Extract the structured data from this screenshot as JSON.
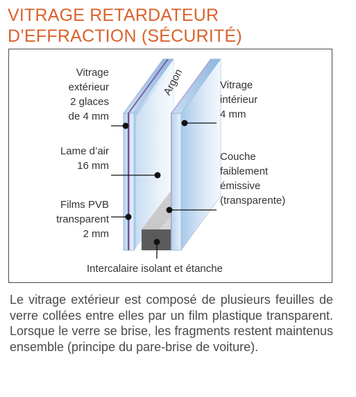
{
  "title": {
    "line1": "VITRAGE RETARDATEUR",
    "line2": "D’EFFRACTION (SÉCURITÉ)"
  },
  "diagram": {
    "labels": {
      "outer_glazing": [
        "Vitrage",
        "extérieur",
        "2 glaces",
        "de 4 mm"
      ],
      "air_gap": [
        "Lame d’air",
        "16 mm"
      ],
      "pvb_films": [
        "Films PVB",
        "transparent",
        "2 mm"
      ],
      "argon": "Argon",
      "inner_glazing": [
        "Vitrage",
        "intérieur",
        "4 mm"
      ],
      "low_e_coating": [
        "Couche",
        "faiblement",
        "émissive",
        "(transparente)"
      ],
      "spacer": "Intercalaire isolant et étanche"
    },
    "colors": {
      "title": "#d9622b",
      "glass_light": "#dbe9f6",
      "glass_blue": "#9cc0e3",
      "pvb_film": "#7a4d9a",
      "spacer_dark": "#5b5b5b",
      "spacer_light": "#c9c9c9"
    }
  },
  "description": "Le vitrage extérieur est composé de plusieurs feuilles de verre collées entre elles par un film plastique transparent. Lorsque le verre se brise, les fragments restent maintenus ensemble (principe du pare-brise de voiture)."
}
